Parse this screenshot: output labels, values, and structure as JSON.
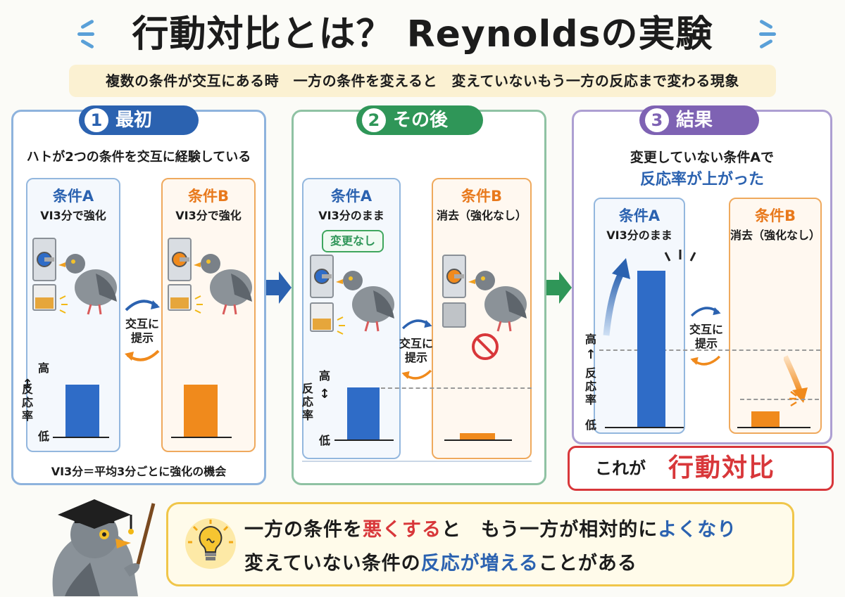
{
  "title": "行動対比とは？ Reynoldsの実験",
  "subtitle": "複数の条件が交互にある時　一方の条件を変えると　変えていないもう一方の反応まで変わる現象",
  "panels": [
    {
      "number": "1",
      "heading": "最初",
      "description": "ハトが2つの条件を交互に経験している",
      "condA": {
        "title": "条件A",
        "sub": "VI3分で強化"
      },
      "condB": {
        "title": "条件B",
        "sub": "VI3分で強化"
      },
      "alternate": "交互に\n提示",
      "axis_high": "高",
      "axis_mid": "反\n応\n率",
      "axis_low": "低",
      "footnote": "VI3分＝平均3分ごとに強化の機会",
      "response_A": 0.8,
      "response_B": 0.8
    },
    {
      "number": "2",
      "heading": "その後",
      "condA": {
        "title": "条件A",
        "sub": "VI3分のまま",
        "badge": "変更なし"
      },
      "condB": {
        "title": "条件B",
        "sub": "消去（強化なし）"
      },
      "alternate": "交互に\n提示",
      "axis_high": "高",
      "axis_mid": "反\n応\n率",
      "axis_low": "低",
      "response_A": 0.8,
      "response_B": 0.1
    },
    {
      "number": "3",
      "heading": "結果",
      "description_line1": "変更していない条件Aで",
      "description_line2": "反応率が上がった",
      "condA": {
        "title": "条件A",
        "sub": "VI3分のまま"
      },
      "condB": {
        "title": "条件B",
        "sub": "消去（強化なし）"
      },
      "alternate": "交互に\n提示",
      "axis_high": "高",
      "axis_mid": "反\n応\n率",
      "axis_low": "低",
      "response_A": 1.0,
      "response_B": 0.1
    }
  ],
  "result": {
    "prefix": "これが",
    "main": "行動対比"
  },
  "tip": {
    "line1": {
      "a": "一方の条件を",
      "b": "悪くする",
      "c": "と　もう一方が相対的に",
      "d": "よくなり"
    },
    "line2": {
      "a": "変えていない条件の",
      "b": "反応が増える",
      "c": "ことがある"
    }
  },
  "colors": {
    "blue": "#2f6cc7",
    "orange": "#f08a1c",
    "green": "#2f9658",
    "purple": "#7e62b3",
    "red": "#d8373a"
  },
  "icons": [
    "pigeon-icon",
    "key-lever-icon",
    "food-hopper-icon",
    "no-entry-icon",
    "lightbulb-icon",
    "professor-pigeon-icon"
  ]
}
